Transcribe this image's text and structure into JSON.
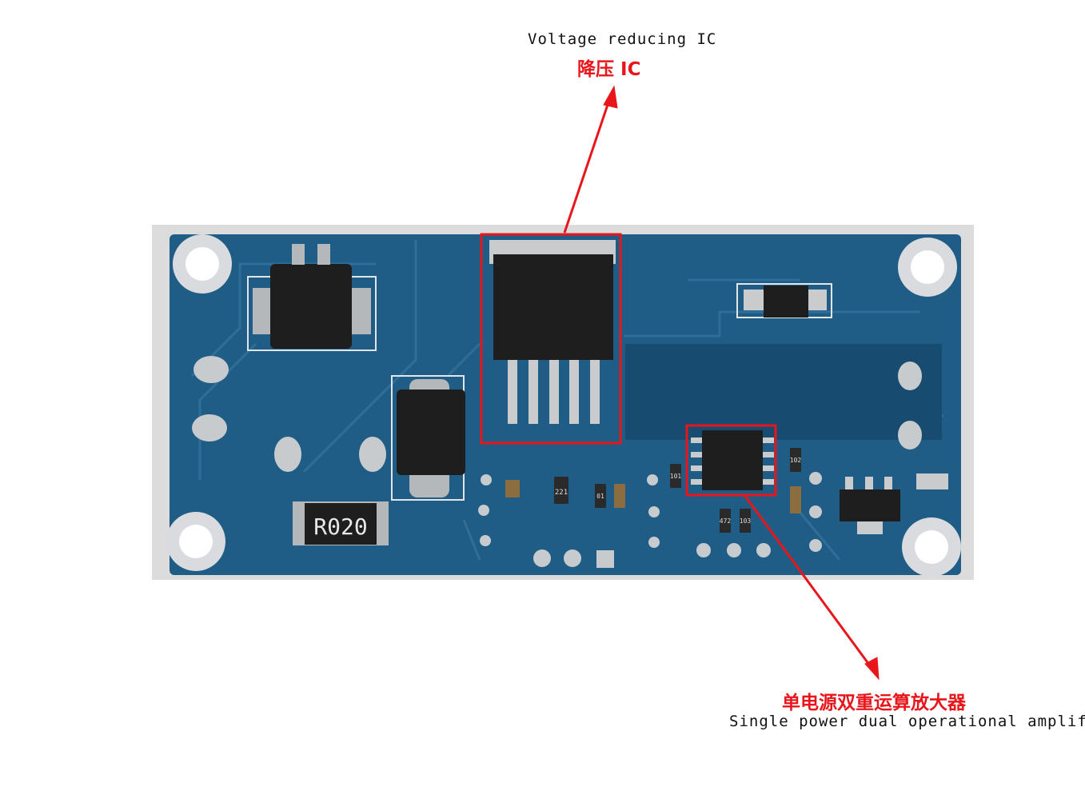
{
  "annotations": {
    "top": {
      "label_en": "Voltage reducing IC",
      "label_cn": "降压 IC"
    },
    "bottom": {
      "label_cn": "单电源双重运算放大器",
      "label_en": "Single power dual operational amplifier"
    }
  },
  "board": {
    "resistor_marking": "R020",
    "small_part_markings": [
      "221",
      "101",
      "102",
      "103",
      "01",
      "472"
    ]
  },
  "colors": {
    "annotation": "#e8161b",
    "pcb": "#1f5d86",
    "pcb_dark": "#174b70",
    "chip": "#1e1e1f"
  },
  "icons": [
    "mounting-hole-icon",
    "arrow-icon"
  ]
}
